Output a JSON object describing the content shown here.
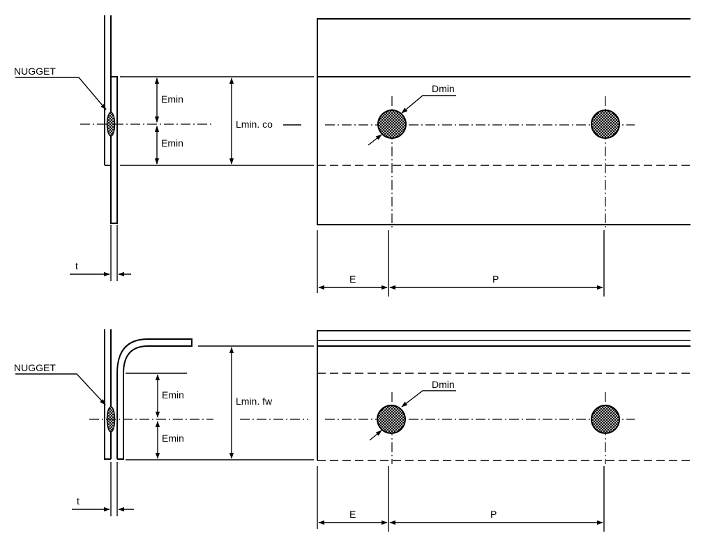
{
  "diagram": {
    "top": {
      "nugget_label": "NUGGET",
      "emin_upper": "Emin",
      "emin_lower": "Emin",
      "length_label": "Lmin. co",
      "dmin_label": "Dmin",
      "t_label": "t",
      "e_label": "E",
      "p_label": "P"
    },
    "bottom": {
      "nugget_label": "NUGGET",
      "emin_upper": "Emin",
      "emin_lower": "Emin",
      "length_label": "Lmin. fw",
      "dmin_label": "Dmin",
      "t_label": "t",
      "e_label": "E",
      "p_label": "P"
    }
  }
}
